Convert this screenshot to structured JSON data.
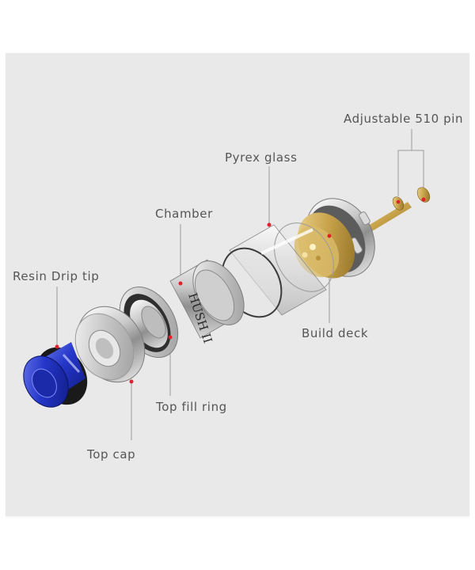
{
  "diagram": {
    "type": "exploded-view product diagram",
    "background_color": "#e9e9e9",
    "leader_line_color": "#9a9a9a",
    "marker_color": "#e0202a",
    "labels": [
      {
        "id": "adjustable-510-pin",
        "text": "Adjustable  510 pin"
      },
      {
        "id": "pyrex-glass",
        "text": "Pyrex glass"
      },
      {
        "id": "chamber",
        "text": "Chamber"
      },
      {
        "id": "resin-drip-tip",
        "text": "Resin Drip tip"
      },
      {
        "id": "build-deck",
        "text": "Build deck"
      },
      {
        "id": "top-fill-ring",
        "text": "Top fill ring"
      },
      {
        "id": "top-cap",
        "text": "Top cap"
      }
    ],
    "engraving": "HUSH II"
  }
}
